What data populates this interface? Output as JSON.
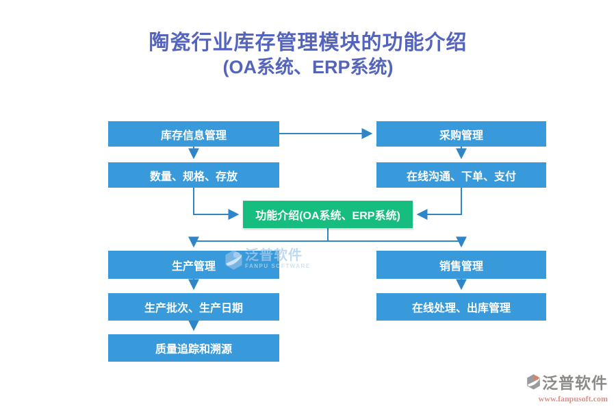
{
  "title": {
    "line1": "陶瓷行业库存管理模块的功能介绍",
    "line2": "(OA系统、ERP系统)"
  },
  "nodes": {
    "inventory": {
      "label": "库存信息管理"
    },
    "inventory_detail": {
      "label": "数量、规格、存放"
    },
    "purchase": {
      "label": "采购管理"
    },
    "purchase_detail": {
      "label": "在线沟通、下单、支付"
    },
    "center": {
      "label": "功能介绍(OA系统、ERP系统)"
    },
    "production": {
      "label": "生产管理"
    },
    "production_detail": {
      "label": "生产批次、生产日期"
    },
    "production_trace": {
      "label": "质量追踪和溯源"
    },
    "sales": {
      "label": "销售管理"
    },
    "sales_detail": {
      "label": "在线处理、出库管理"
    }
  },
  "watermark": {
    "text": "泛普软件",
    "subtext": "FANPU SOFTWARE"
  },
  "logo": {
    "text": "泛普软件",
    "url": "www.fanpusoft.com"
  },
  "colors": {
    "node_blue": "#3899DB",
    "node_green": "#17BD7E",
    "connector_blue": "#2E86C8",
    "title_blue": "#5464BC",
    "logo_gray": "#8D8B88",
    "logo_salmon": "#DC9186",
    "watermark_blue": "#A9CDEC"
  }
}
